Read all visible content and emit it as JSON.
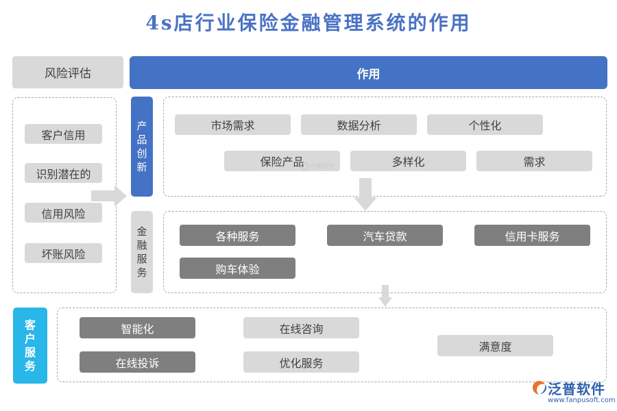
{
  "title": "4s店行业保险金融管理系统的作用",
  "risk": {
    "header": "风险评估",
    "items": [
      "客户信用",
      "识别潜在的",
      "信用风险",
      "坏账风险"
    ]
  },
  "effect_header": "作用",
  "product_innovation": {
    "label": "产品创新",
    "row1": [
      "市场需求",
      "数据分析",
      "个性化"
    ],
    "row2": [
      "保险产品",
      "多样化",
      "需求"
    ]
  },
  "financial_service": {
    "label": "金融服务",
    "items": [
      "各种服务",
      "汽车贷款",
      "信用卡服务",
      "购车体验"
    ]
  },
  "customer_service": {
    "label": "客户服务",
    "items": [
      "智能化",
      "在线投诉",
      "在线咨询",
      "优化服务",
      "满意度"
    ]
  },
  "watermark": "泛普软件",
  "logo": {
    "name": "泛普软件",
    "url": "www.fanpusoft.com"
  },
  "colors": {
    "blue": "#4472c4",
    "cyan": "#29b6e8",
    "light_gray": "#d9d9d9",
    "dark_gray": "#7f7f7f"
  }
}
